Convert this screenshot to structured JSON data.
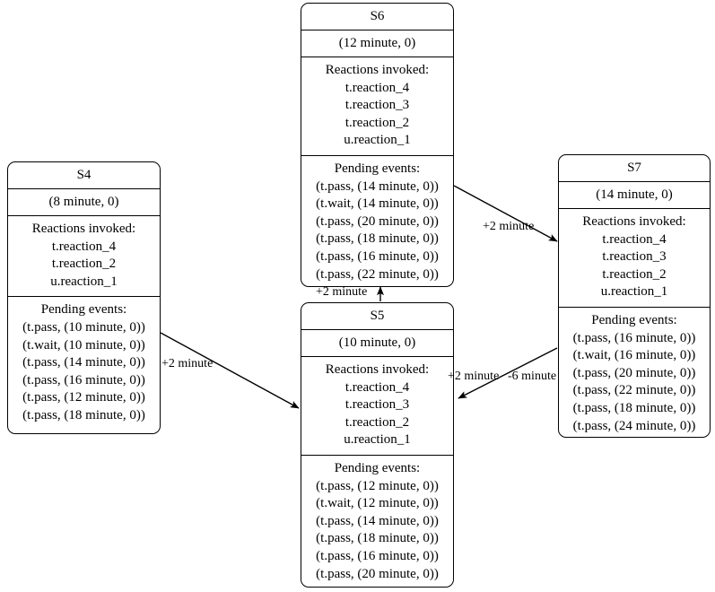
{
  "diagram": {
    "type": "state-transition-diagram",
    "nodes": [
      {
        "id": "S4",
        "title": "S4",
        "time": "(8 minute, 0)",
        "reactions_heading": "Reactions invoked:",
        "reactions": [
          "t.reaction_4",
          "t.reaction_2",
          "u.reaction_1"
        ],
        "pending_heading": "Pending events:",
        "pending": [
          "(t.pass, (10 minute, 0))",
          "(t.wait, (10 minute, 0))",
          "(t.pass, (14 minute, 0))",
          "(t.pass, (16 minute, 0))",
          "(t.pass, (12 minute, 0))",
          "(t.pass, (18 minute, 0))"
        ]
      },
      {
        "id": "S5",
        "title": "S5",
        "time": "(10 minute, 0)",
        "reactions_heading": "Reactions invoked:",
        "reactions": [
          "t.reaction_4",
          "t.reaction_3",
          "t.reaction_2",
          "u.reaction_1"
        ],
        "pending_heading": "Pending events:",
        "pending": [
          "(t.pass, (12 minute, 0))",
          "(t.wait, (12 minute, 0))",
          "(t.pass, (14 minute, 0))",
          "(t.pass, (18 minute, 0))",
          "(t.pass, (16 minute, 0))",
          "(t.pass, (20 minute, 0))"
        ]
      },
      {
        "id": "S6",
        "title": "S6",
        "time": "(12 minute, 0)",
        "reactions_heading": "Reactions invoked:",
        "reactions": [
          "t.reaction_4",
          "t.reaction_3",
          "t.reaction_2",
          "u.reaction_1"
        ],
        "pending_heading": "Pending events:",
        "pending": [
          "(t.pass, (14 minute, 0))",
          "(t.wait, (14 minute, 0))",
          "(t.pass, (20 minute, 0))",
          "(t.pass, (18 minute, 0))",
          "(t.pass, (16 minute, 0))",
          "(t.pass, (22 minute, 0))"
        ]
      },
      {
        "id": "S7",
        "title": "S7",
        "time": "(14 minute, 0)",
        "reactions_heading": "Reactions invoked:",
        "reactions": [
          "t.reaction_4",
          "t.reaction_3",
          "t.reaction_2",
          "u.reaction_1"
        ],
        "pending_heading": "Pending events:",
        "pending": [
          "(t.pass, (16 minute, 0))",
          "(t.wait, (16 minute, 0))",
          "(t.pass, (20 minute, 0))",
          "(t.pass, (22 minute, 0))",
          "(t.pass, (18 minute, 0))",
          "(t.pass, (24 minute, 0))"
        ]
      }
    ],
    "edges": [
      {
        "from": "S4",
        "to": "S5",
        "label": "+2 minute"
      },
      {
        "from": "S5",
        "to": "S6",
        "label": "+2 minute"
      },
      {
        "from": "S6",
        "to": "S7",
        "label": "+2 minute"
      },
      {
        "from": "S7",
        "to": "S5",
        "label": "+2 minute"
      },
      {
        "from": "S7",
        "to": "S5",
        "label": "-6 minute"
      }
    ],
    "colors": {
      "stroke": "#000000",
      "background": "#ffffff",
      "text": "#000000"
    }
  }
}
